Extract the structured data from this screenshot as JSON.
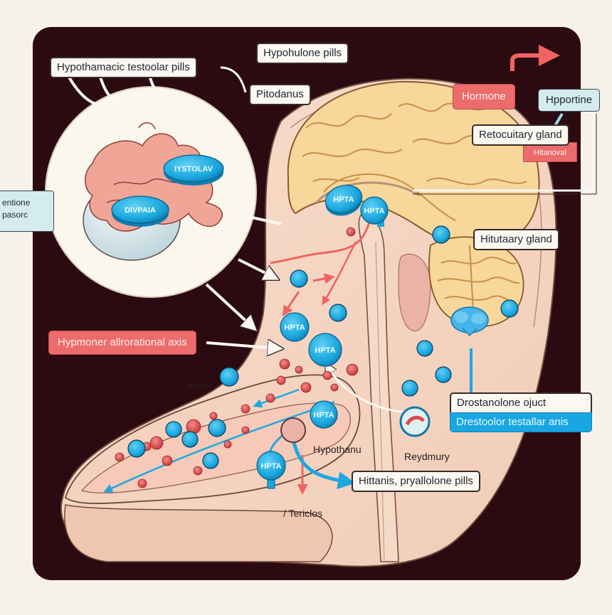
{
  "diagram": {
    "type": "anatomical-illustration",
    "subject": "hypothalamic-pituitary-testicular axis with pills",
    "colors": {
      "background": "#f6f2ea",
      "panel": "#2b0a12",
      "tissue": "#f6d8c6",
      "tissue_outline": "#6b4a3a",
      "brain": "#f7d79a",
      "pill_blue": "#1aa6de",
      "hormone_red": "#e0474a",
      "label_red": "#ec6b6b",
      "label_teal": "#d5ecee",
      "label_blue": "#18a7e3"
    },
    "labels": {
      "top_left": "Hypothamacic testoolar pills",
      "top_center": "Hypohulone pills",
      "pitodanus": "Pitodanus",
      "hormone": "Hormone",
      "hypportine": "Hpportine",
      "retocuitary": "Retocuitary gland",
      "hitanoval": "Hitanoval",
      "side_tab_line1": "entione",
      "side_tab_line2": "pasorc",
      "hitutaary": "Hitutaary gland",
      "axis_red": "Hypmoner allrorational axis",
      "hpoml": "Hpoml",
      "drostanolone": "Drostanolone ojuct",
      "drostanolone_axis": "Drestoolor testallar anis",
      "hypothanu": "Hypothanu",
      "reydmury": "Reydmury",
      "hittanis": "Hittanis, pryallolone pills",
      "tericlos": "/ Tericlos"
    },
    "pills": {
      "inset_pill_1": "IYSTOLAV",
      "inset_pill_2": "DIVPAIA",
      "brain_pill_1": "HPTA",
      "brain_pill_2": "HPTA",
      "mid_pill_1": "HPTA",
      "mid_pill_2": "HPTA",
      "lower_pill_1": "HPTA",
      "lower_pill_2": "HPTA"
    }
  }
}
